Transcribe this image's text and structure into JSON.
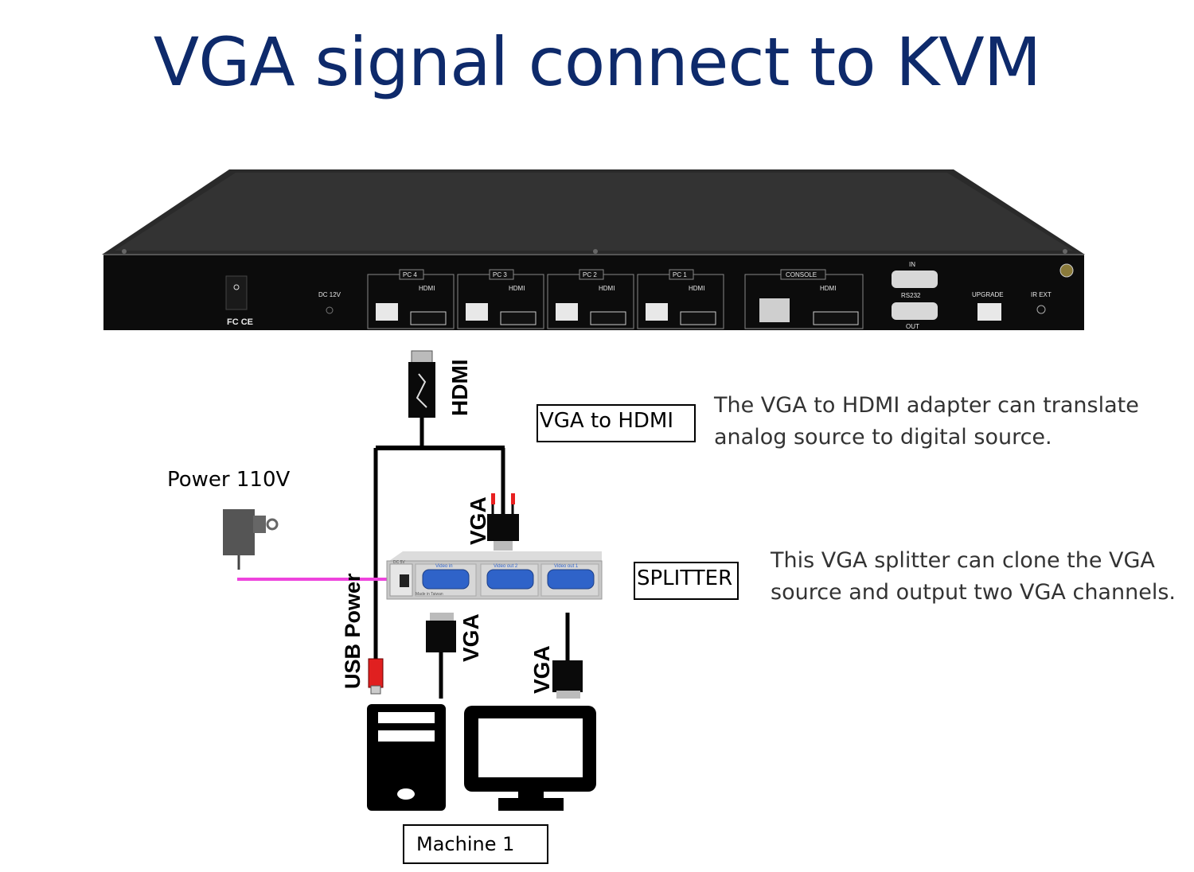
{
  "title": "VGA signal connect to KVM",
  "kvm": {
    "dc_label": "DC 12V",
    "cert_label": "FC CE",
    "pc_ports": [
      {
        "name": "PC 4",
        "hdmi": "HDMI"
      },
      {
        "name": "PC 3",
        "hdmi": "HDMI"
      },
      {
        "name": "PC 2",
        "hdmi": "HDMI"
      },
      {
        "name": "PC 1",
        "hdmi": "HDMI"
      }
    ],
    "console": {
      "name": "CONSOLE",
      "hdmi": "HDMI"
    },
    "rs232": {
      "in": "IN",
      "name": "RS232",
      "out": "OUT"
    },
    "upgrade": "UPGRADE",
    "ir_ext": "IR EXT"
  },
  "cables": {
    "hdmi": "HDMI",
    "vga_top": "VGA",
    "usb_power": "USB Power",
    "vga_left": "VGA",
    "vga_right": "VGA"
  },
  "labels": {
    "vga_to_hdmi": "VGA to HDMI",
    "splitter": "SPLITTER",
    "power": "Power 110V",
    "machine": "Machine 1"
  },
  "notes": {
    "adapter": "The VGA to HDMI adapter can translate analog source to digital source.",
    "splitter": "This VGA splitter can clone the VGA source and output two VGA channels."
  },
  "splitter_device": {
    "dc_label": "DC 5V",
    "video_in": "Video in",
    "video_out_2": "Video out 2",
    "video_out_1": "Video out 1",
    "made_in": "Made in Taiwan"
  },
  "colors": {
    "title": "#0e2a6b",
    "power_cable": "#ee44dd",
    "usb_plug": "#e02020",
    "vga_pin": "#e82020",
    "vga_port": "#2f63c9"
  }
}
